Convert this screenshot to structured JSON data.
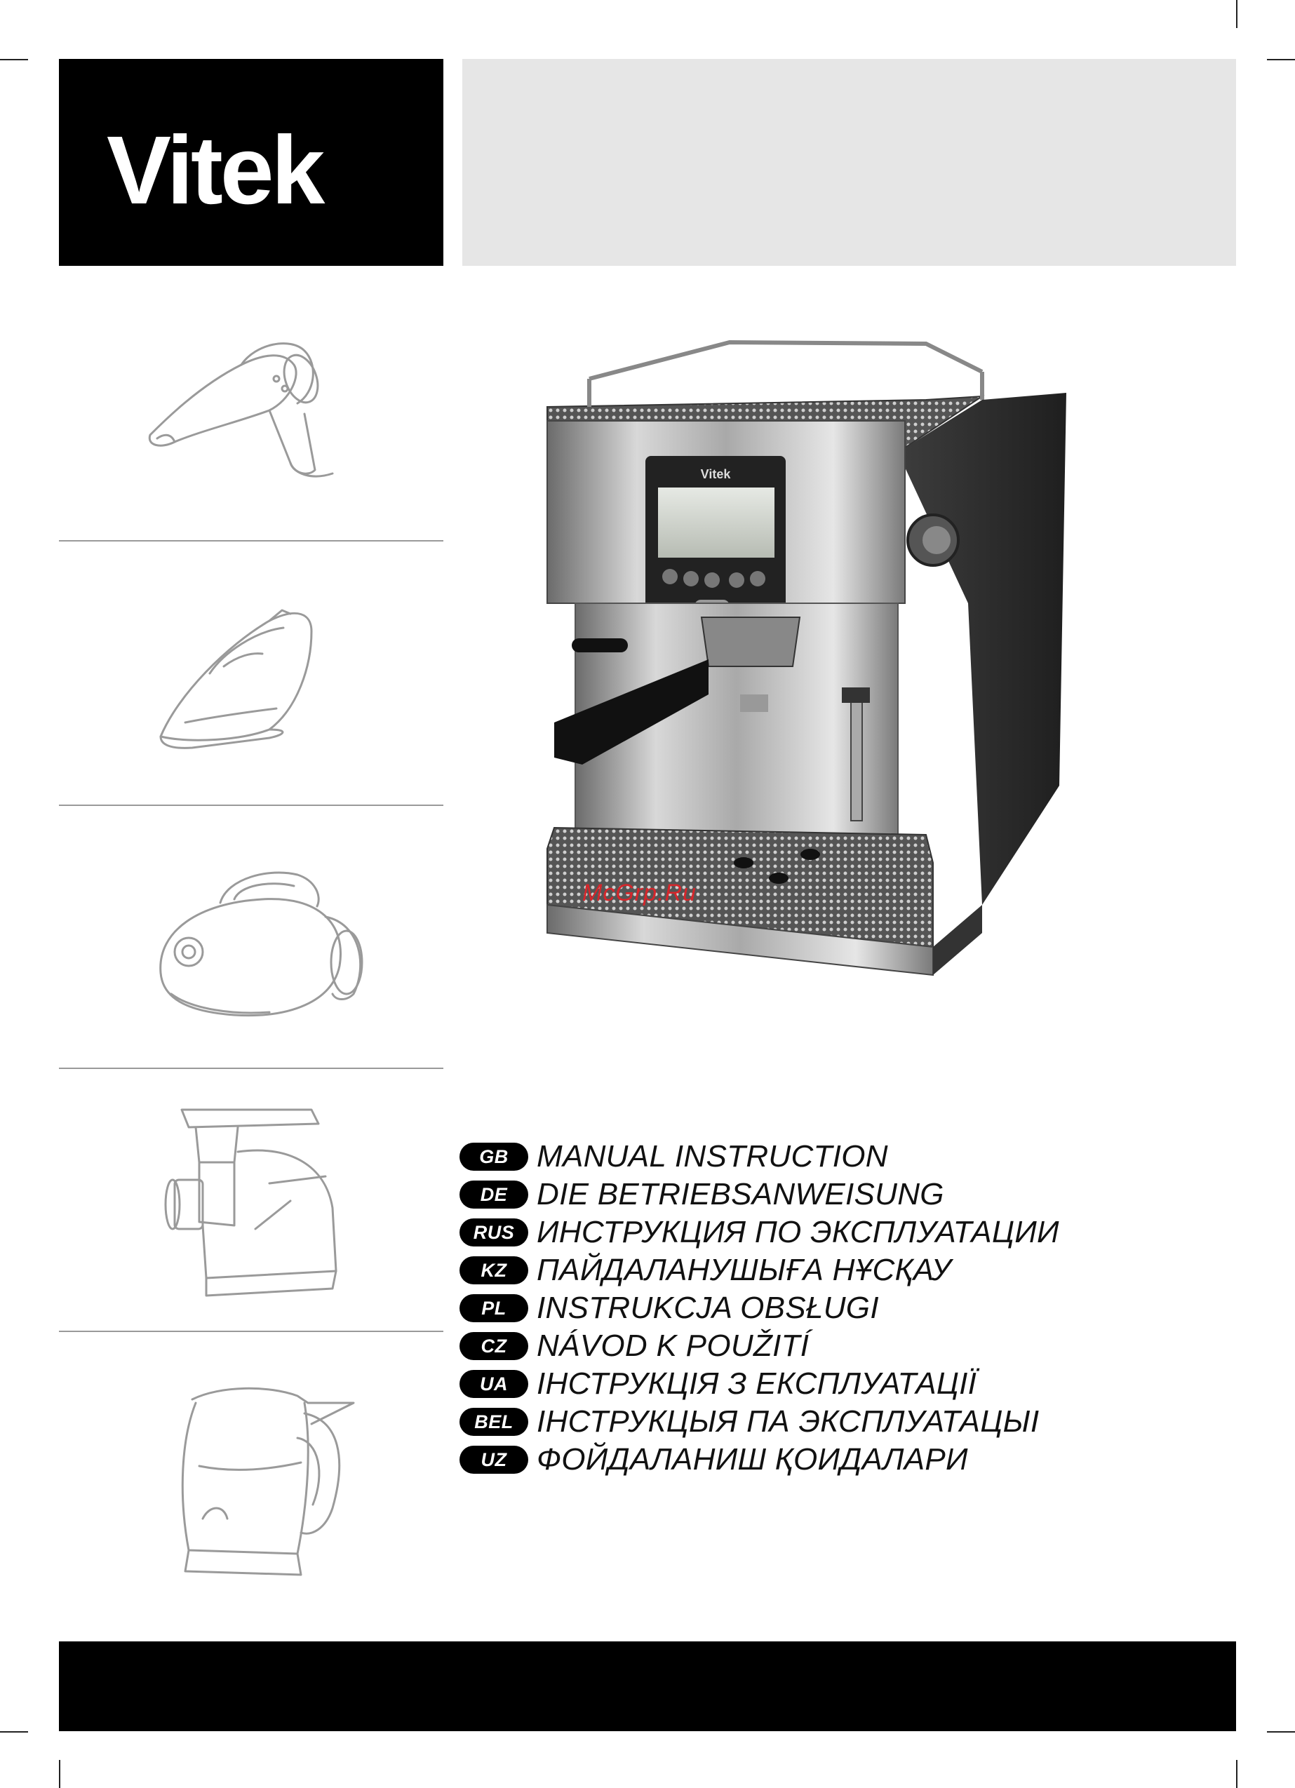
{
  "brand": {
    "logo_text": "Vitek"
  },
  "side_icons": [
    {
      "name": "hair-dryer-icon"
    },
    {
      "name": "steam-iron-icon"
    },
    {
      "name": "vacuum-cleaner-icon"
    },
    {
      "name": "meat-grinder-icon"
    },
    {
      "name": "electric-kettle-icon"
    }
  ],
  "product": {
    "image": "espresso-machine-photo",
    "display_brand": "Vitek"
  },
  "watermark": "McGrp.Ru",
  "languages": [
    {
      "code": "GB",
      "text": "MANUAL INSTRUCTION"
    },
    {
      "code": "DE",
      "text": "DIE BETRIEBSANWEISUNG"
    },
    {
      "code": "RUS",
      "text": "ИНСТРУКЦИЯ ПО ЭКСПЛУАТАЦИИ"
    },
    {
      "code": "KZ",
      "text": "ПАЙДАЛАНУШЫҒА НҰСҚАУ"
    },
    {
      "code": "PL",
      "text": "INSTRUKCJA OBSŁUGI"
    },
    {
      "code": "CZ",
      "text": "NÁVOD K POUŽITÍ"
    },
    {
      "code": "UA",
      "text": "ІНСТРУКЦІЯ З ЕКСПЛУАТАЦІЇ"
    },
    {
      "code": "BEL",
      "text": "ІНСТРУКЦЫЯ ПА ЭКСПЛУАТАЦЫІ"
    },
    {
      "code": "UZ",
      "text": "ФОЙДАЛАНИШ ҚОИДАЛАРИ"
    }
  ],
  "colors": {
    "watermark": "#d6262b",
    "badge": "#000000",
    "banner": "#e6e6e6"
  }
}
